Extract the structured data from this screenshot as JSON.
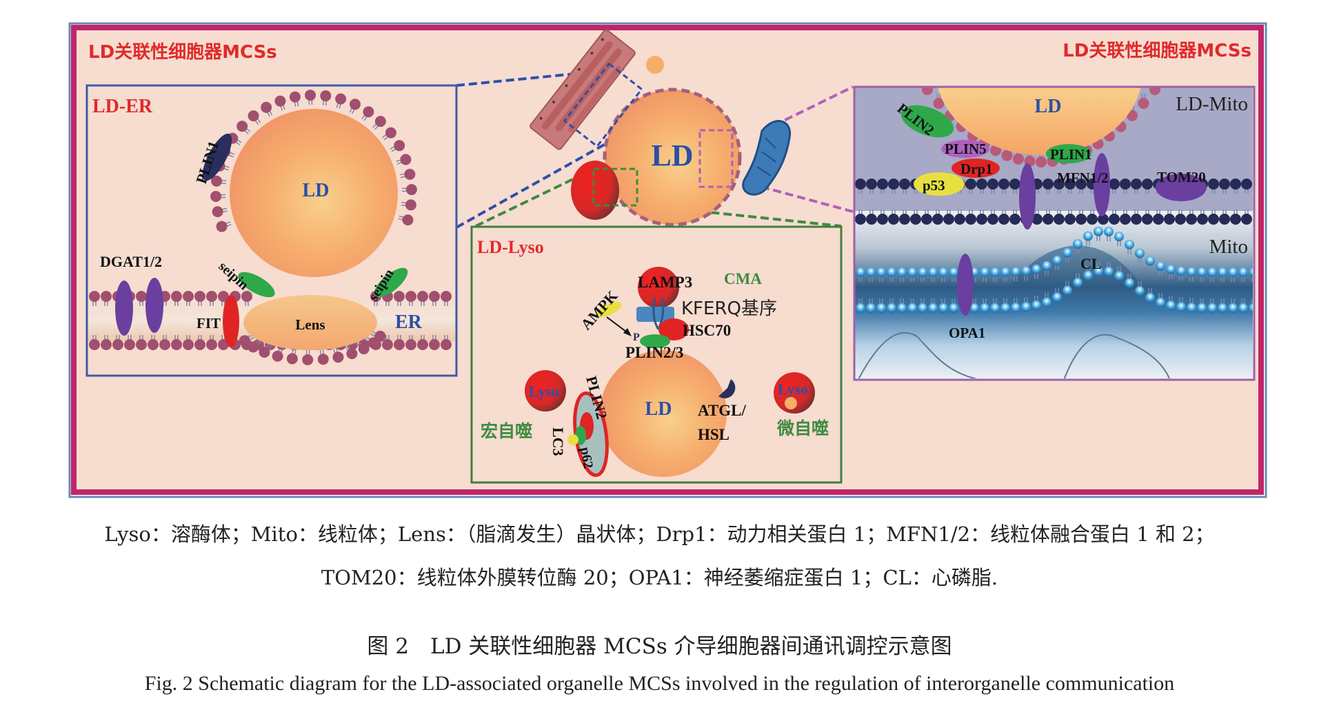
{
  "figure": {
    "header_left": "LD关联性细胞器MCSs",
    "header_right": "LD关联性细胞器MCSs",
    "colors": {
      "frame_border": "#c0266a",
      "frame_fill": "#f7dcd0",
      "title_red": "#e02a2a",
      "label_blue": "#2a4fa8",
      "label_green": "#3f8a3f",
      "er_box": "#3a5da8",
      "lyso_box": "#3f7f3f",
      "mito_box": "#a060a8",
      "lipid_head": "#a14f6e",
      "mito_head": "#262b55",
      "protein_purple": "#6a3fa0",
      "protein_green": "#2fa84a",
      "protein_red": "#e02424",
      "protein_yellow": "#e8e040",
      "ld_orange": "#f4a160"
    },
    "center": {
      "ld_label": "LD"
    },
    "ld_er": {
      "title": "LD-ER",
      "ld_label": "LD",
      "plin1": "PLIN1",
      "dgat": "DGAT1/2",
      "seipin_left": "seipin",
      "seipin_right": "seipin",
      "fit": "FIT",
      "lens": "Lens",
      "er": "ER"
    },
    "ld_lyso": {
      "title": "LD-Lyso",
      "lamp3": "LAMP3",
      "cma": "CMA",
      "ampk": "AMPK",
      "p": "P",
      "kferq": "KFERQ基序",
      "hsc70": "HSC70",
      "plin23": "PLIN2/3",
      "lyso_left": "Lyso",
      "lyso_right": "Lyso",
      "plin2": "PLIN2",
      "lc3": "LC3",
      "p62": "p62",
      "ld_label": "LD",
      "atgl": "ATGL/",
      "hsl": "HSL",
      "macroautophagy": "宏自噬",
      "microautophagy": "微自噬"
    },
    "ld_mito": {
      "title": "LD-Mito",
      "ld_label": "LD",
      "plin2": "PLIN2",
      "plin5": "PLIN5",
      "drp1": "Drp1",
      "p53": "p53",
      "plin1": "PLIN1",
      "mfn": "MFN1/2",
      "tom20": "TOM20",
      "mito": "Mito",
      "cl": "CL",
      "opa1": "OPA1"
    }
  },
  "caption": {
    "legend_line_1": "Lyso：溶酶体；Mito：线粒体；Lens：（脂滴发生）晶状体；Drp1：动力相关蛋白 1；MFN1/2：线粒体融合蛋白 1 和 2；",
    "legend_line_2": "TOM20：线粒体外膜转位酶 20；OPA1：神经萎缩症蛋白 1；CL：心磷脂.",
    "title_cn": "图 2　LD 关联性细胞器 MCSs 介导细胞器间通讯调控示意图",
    "title_en": "Fig. 2  Schematic diagram for the LD-associated organelle MCSs involved in the regulation of interorganelle communication"
  }
}
